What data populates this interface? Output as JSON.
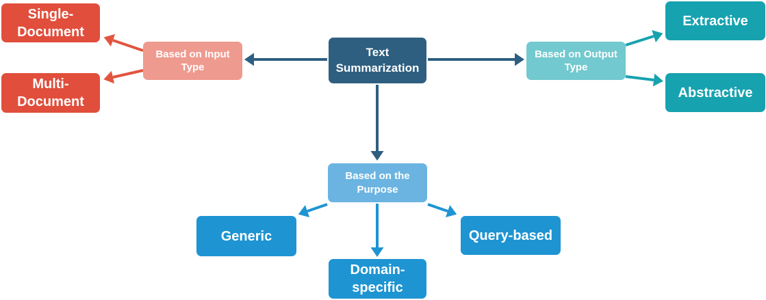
{
  "nodes": {
    "root": {
      "label": "Text\nSummarization",
      "color": "#2E5F80"
    },
    "input_type": {
      "label": "Based on Input\nType",
      "color": "#EF9A8F"
    },
    "single_document": {
      "label": "Single-\nDocument",
      "color": "#E14E3C"
    },
    "multi_document": {
      "label": "Multi-\nDocument",
      "color": "#E14E3C"
    },
    "output_type": {
      "label": "Based on Output\nType",
      "color": "#72C9CF"
    },
    "extractive": {
      "label": "Extractive",
      "color": "#17A2AF"
    },
    "abstractive": {
      "label": "Abstractive",
      "color": "#17A2AF"
    },
    "purpose": {
      "label": "Based on the\nPurpose",
      "color": "#6BB4E1"
    },
    "generic": {
      "label": "Generic",
      "color": "#1E94D2"
    },
    "domain_specific": {
      "label": "Domain-\nspecific",
      "color": "#1E94D2"
    },
    "query_based": {
      "label": "Query-based",
      "color": "#1E94D2"
    }
  },
  "colors": {
    "background": "#FFFFFF",
    "node_text": "#FFFFFF",
    "arrow_dark": "#2E5F80",
    "arrow_red": "#E2543F",
    "arrow_teal": "#17A2AF",
    "arrow_blue": "#1E94D2"
  }
}
